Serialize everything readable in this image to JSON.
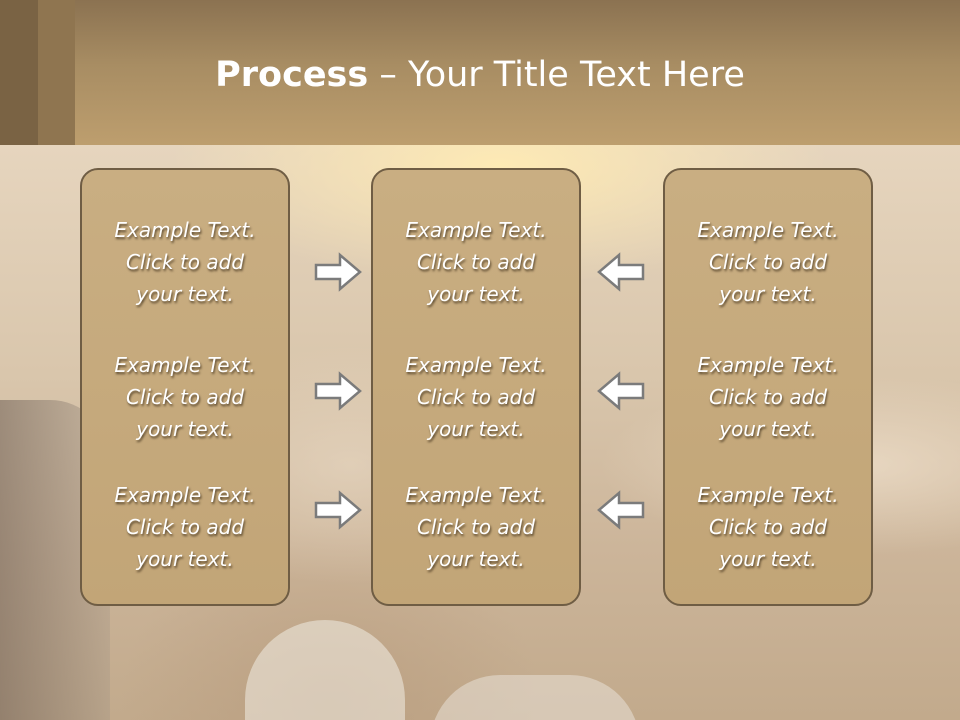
{
  "title": {
    "bold": "Process",
    "rest": " – Your Title Text Here"
  },
  "columns": [
    {
      "items": [
        [
          "Example Text.",
          "Click  to add",
          "your text."
        ],
        [
          "Example Text.",
          "Click  to add",
          "your text."
        ],
        [
          "Example Text.",
          "Click  to add",
          "your text."
        ]
      ]
    },
    {
      "items": [
        [
          "Example Text.",
          "Click  to add",
          "your text."
        ],
        [
          "Example Text.",
          "Click  to add",
          "your text."
        ],
        [
          "Example Text.",
          "Click  to add",
          "your text."
        ]
      ]
    },
    {
      "items": [
        [
          "Example Text.",
          "Click  to add",
          "your text."
        ],
        [
          "Example Text.",
          "Click  to add",
          "your text."
        ],
        [
          "Example Text.",
          "Click  to add",
          "your text."
        ]
      ]
    }
  ],
  "arrows": {
    "left_group": "arrow-right-icon",
    "right_group": "arrow-left-icon"
  },
  "colors": {
    "header": "#a88d63",
    "box_fill": "#c6aa7d",
    "box_border": "#6f5d44",
    "arrow_fill": "#ffffff",
    "arrow_stroke": "#7b7b7b"
  }
}
